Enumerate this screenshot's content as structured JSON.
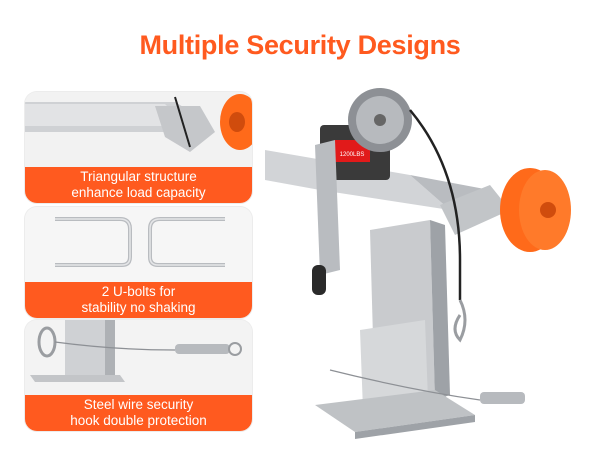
{
  "title": "Multiple Security Designs",
  "colors": {
    "accent": "#ff5a1f",
    "roller": "#ff6a1a",
    "metal": "#c9cbce",
    "metal_dark": "#9ea2a7",
    "strap": "#222222"
  },
  "cards": [
    {
      "caption": "Triangular structure\nenhance load capacity",
      "icon": "triangular-bracket-image"
    },
    {
      "caption": "2 U-bolts for\nstability no shaking",
      "icon": "u-bolts-image"
    },
    {
      "caption": "Steel wire security\nhook double protection",
      "icon": "safety-hook-image"
    }
  ],
  "winch_label": "1200LBS"
}
